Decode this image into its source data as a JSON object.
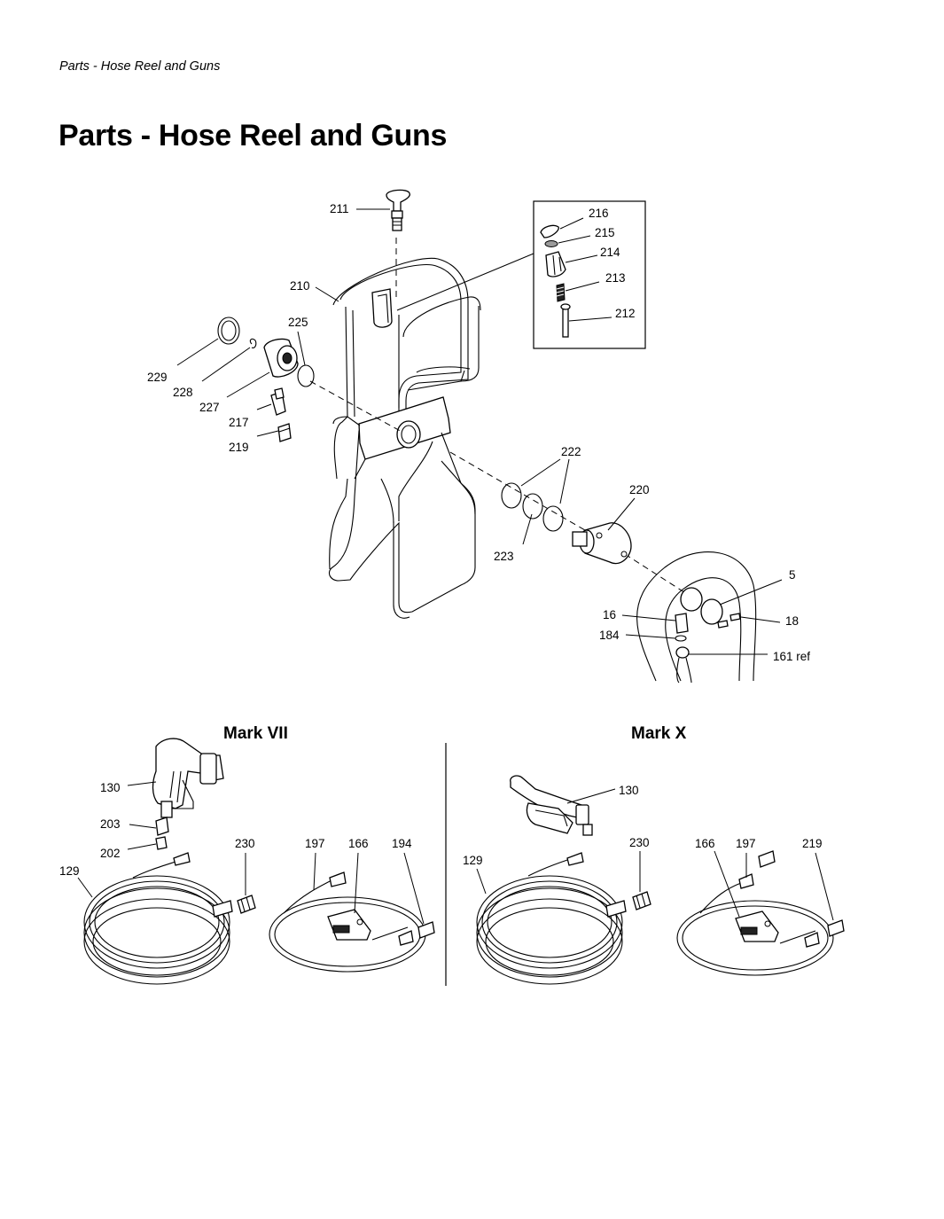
{
  "page": {
    "running_head": "Parts - Hose Reel and Guns",
    "title": "Parts - Hose Reel and Guns"
  },
  "sections": {
    "left": "Mark VII",
    "right": "Mark X"
  },
  "callouts": {
    "reel": [
      "211",
      "216",
      "215",
      "214",
      "213",
      "212",
      "210",
      "225",
      "229",
      "228",
      "227",
      "217",
      "219",
      "222",
      "220",
      "223",
      "5",
      "16",
      "18",
      "184",
      "161 ref"
    ],
    "mark_vii": [
      "130",
      "203",
      "202",
      "129",
      "230",
      "197",
      "166",
      "194"
    ],
    "mark_x": [
      "130",
      "129",
      "230",
      "166",
      "197",
      "219"
    ]
  }
}
